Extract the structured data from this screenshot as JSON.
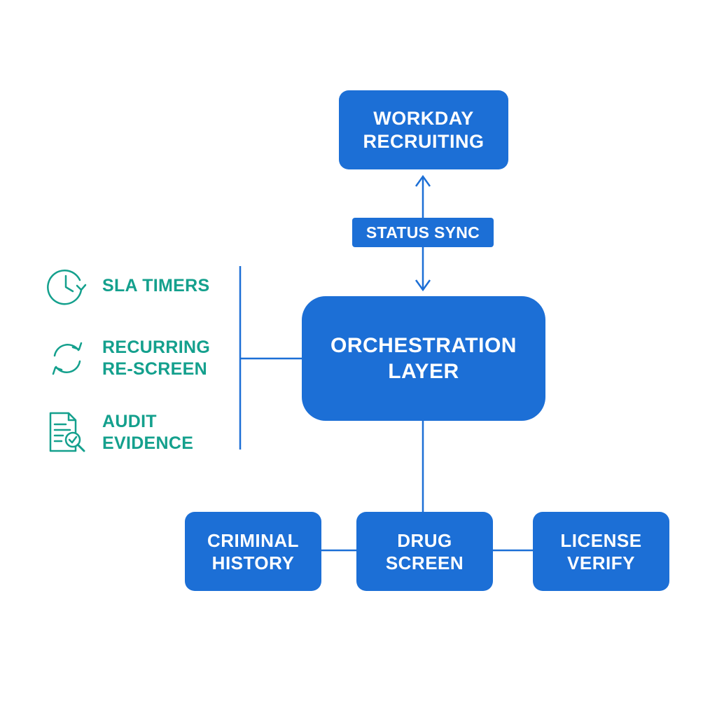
{
  "diagram": {
    "workday": {
      "line1": "WORKDAY",
      "line2": "RECRUITING"
    },
    "status_sync": "STATUS SYNC",
    "orchestration": {
      "line1": "ORCHESTRATION",
      "line2": "LAYER"
    },
    "checks": [
      {
        "line1": "CRIMINAL",
        "line2": "HISTORY"
      },
      {
        "line1": "DRUG",
        "line2": "SCREEN"
      },
      {
        "line1": "LICENSE",
        "line2": "VERIFY"
      }
    ],
    "features": [
      {
        "icon": "clock-icon",
        "line1": "SLA TIMERS"
      },
      {
        "icon": "refresh-cycle-icon",
        "line1": "RECURRING",
        "line2": "RE-SCREEN"
      },
      {
        "icon": "document-check-icon",
        "line1": "AUDIT",
        "line2": "EVIDENCE"
      }
    ]
  },
  "colors": {
    "box": "#1c6fd6",
    "connector": "#1c6fd6",
    "feature": "#14a08d"
  }
}
